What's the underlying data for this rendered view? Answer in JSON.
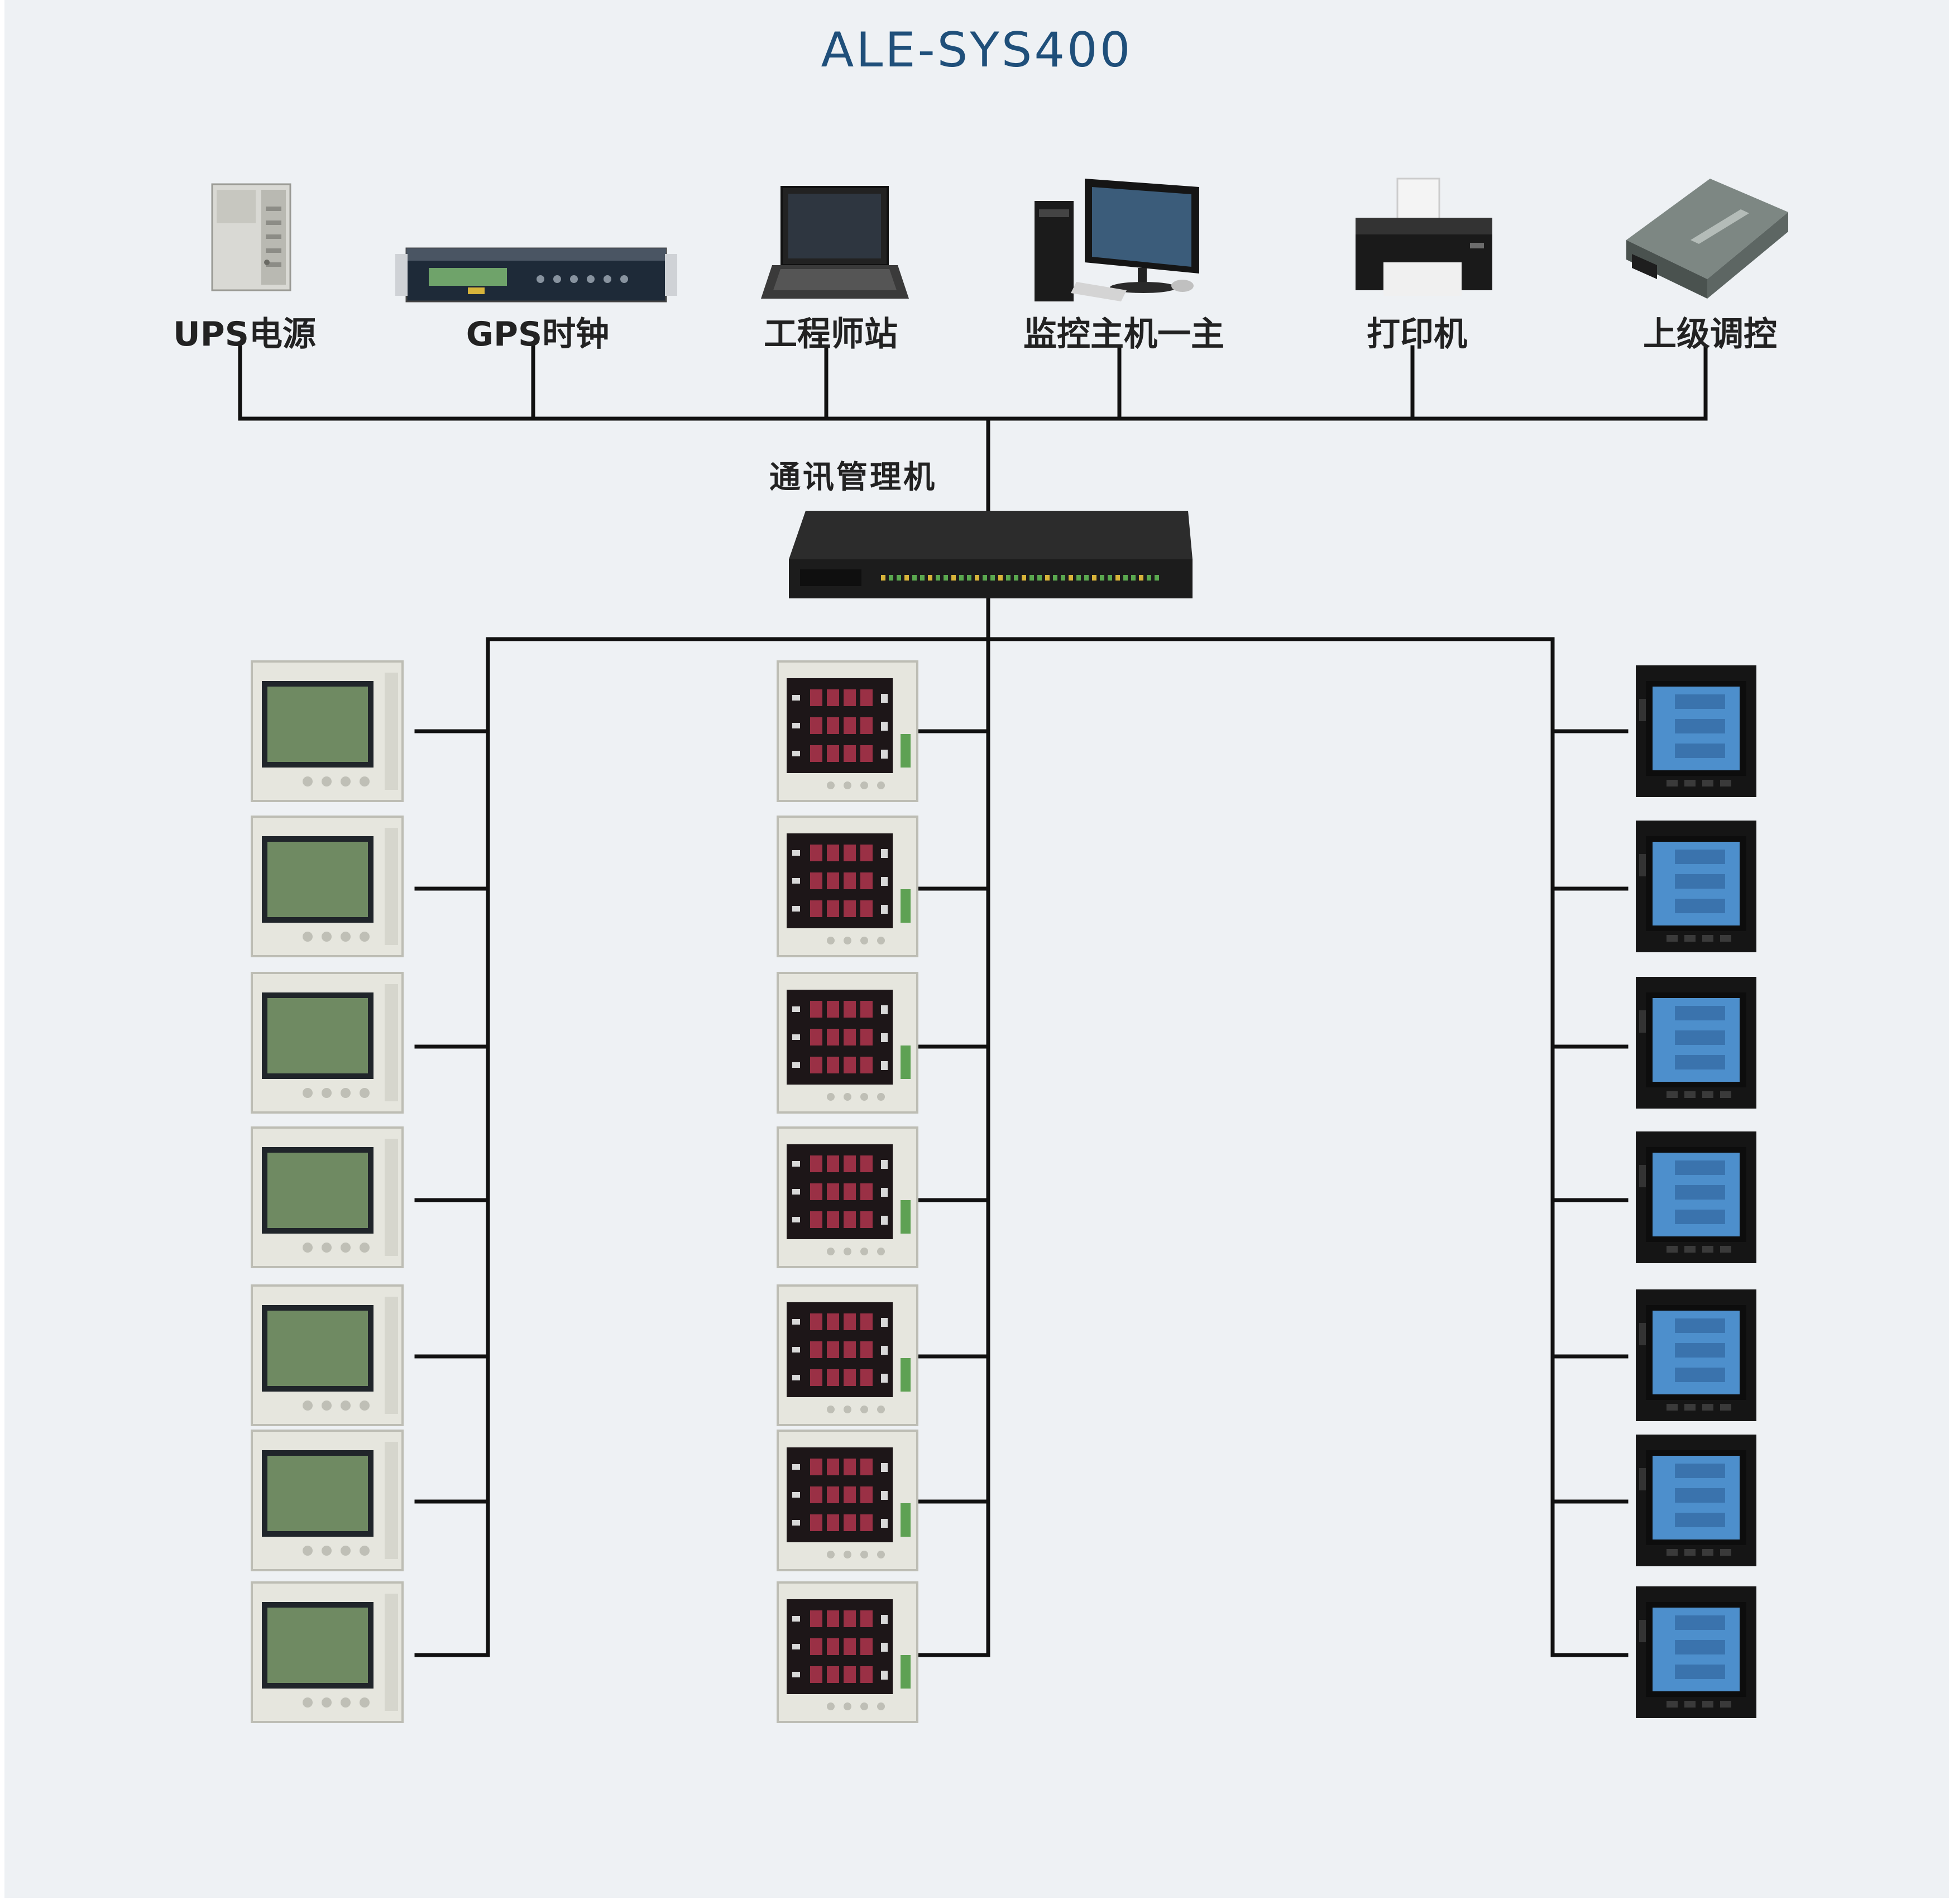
{
  "title": "ALE-SYS400",
  "top_devices": [
    {
      "label": "UPS电源",
      "icon": "ups-icon"
    },
    {
      "label": "GPS时钟",
      "icon": "gps-clock-icon"
    },
    {
      "label": "工程师站",
      "icon": "laptop-icon"
    },
    {
      "label": "监控主机一主",
      "icon": "desktop-computer-icon"
    },
    {
      "label": "打印机",
      "icon": "printer-icon"
    },
    {
      "label": "上级调控",
      "icon": "media-converter-icon"
    }
  ],
  "hub": {
    "label": "通讯管理机",
    "icon": "communication-manager-icon"
  },
  "meter_columns": [
    {
      "icon": "lcd-multifunction-meter-icon",
      "count": 7
    },
    {
      "icon": "led-ammeter-icon",
      "count": 7
    },
    {
      "icon": "blue-lcd-power-meter-icon",
      "count": 7
    }
  ],
  "colors": {
    "background": "#eef1f4",
    "title": "#1f4f7a",
    "wire": "#111111"
  }
}
